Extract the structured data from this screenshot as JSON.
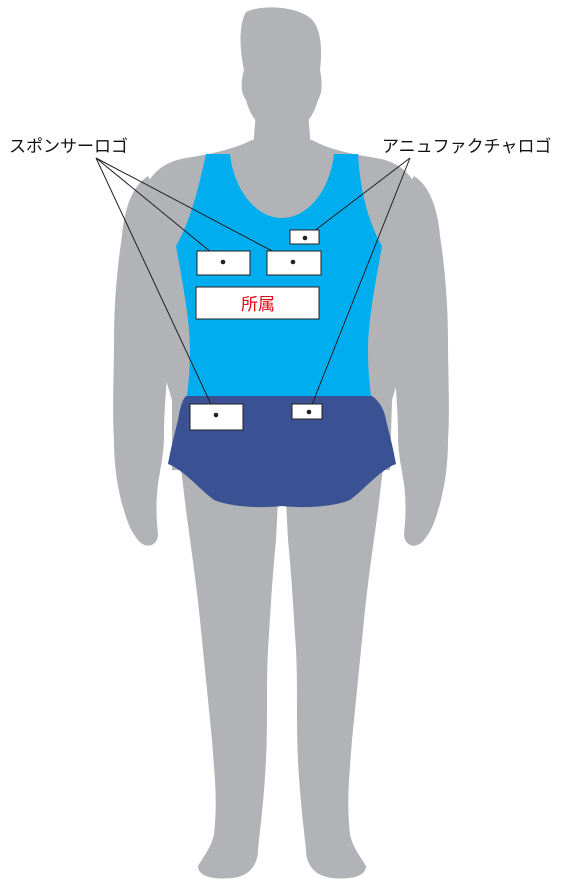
{
  "labels": {
    "sponsor_logo": "スポンサーロゴ",
    "manufacturer_logo": "アニュファクチャロゴ",
    "affiliation": "所属"
  },
  "colors": {
    "background": "#ffffff",
    "body": "#b1b3b6",
    "singlet": "#00aeef",
    "shorts": "#3a5293",
    "patch_fill": "#ffffff",
    "patch_stroke": "#231f20",
    "affiliation_text": "#e30613",
    "leader_line": "#231f20"
  }
}
